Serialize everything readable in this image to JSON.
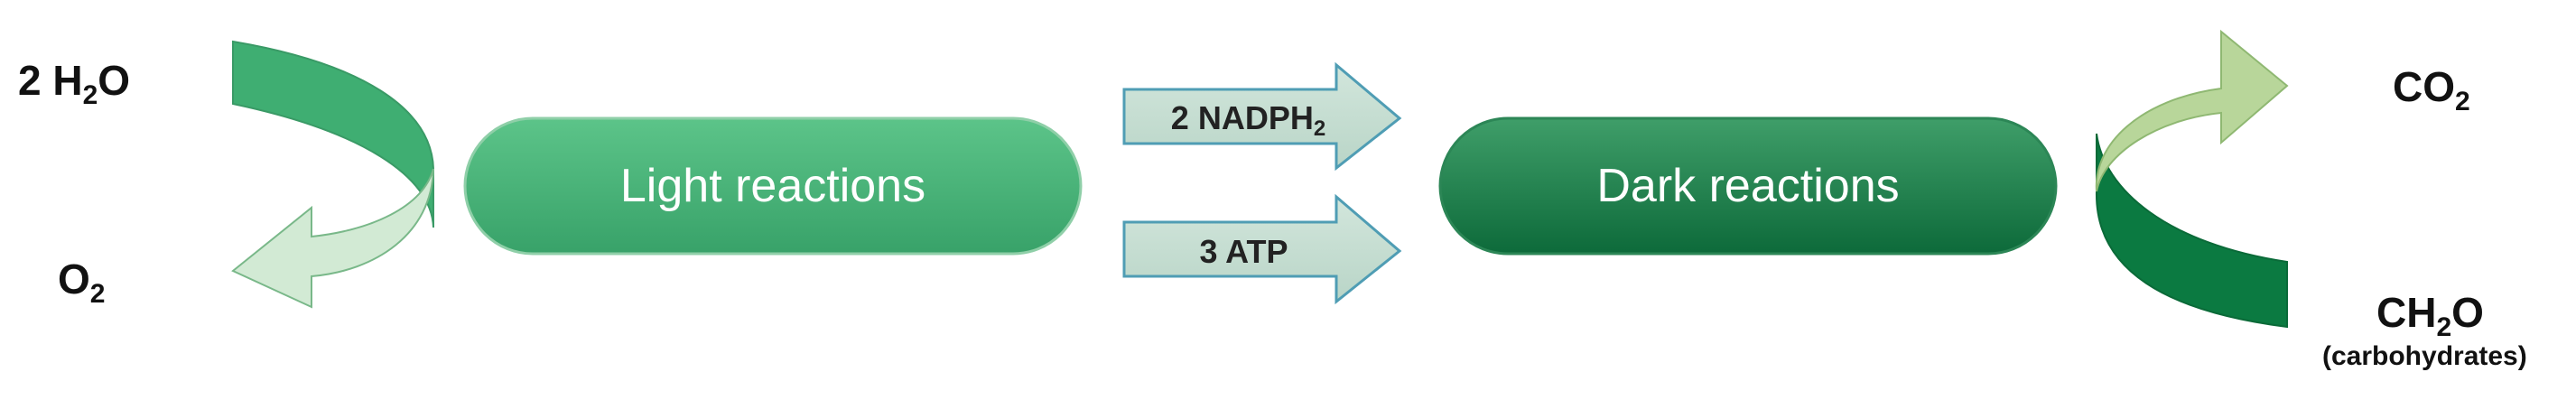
{
  "colors": {
    "light_pill_top": "#5cc489",
    "light_pill_bottom": "#3aa56c",
    "dark_pill_top": "#3f9e69",
    "dark_pill_bottom": "#0f6b3c",
    "arrow_fill": "#c4dcd0",
    "arrow_stroke": "#4f9db4",
    "curve_dark": "#3aa56c",
    "curve_light": "#cde6cf",
    "curve_olive": "#b5d496",
    "curve_deep": "#0b7a41"
  },
  "inputs": {
    "water": {
      "prefix": "2 H",
      "sub": "2",
      "suffix": "O"
    },
    "oxygen": {
      "prefix": "O",
      "sub": "2",
      "suffix": ""
    }
  },
  "outputs": {
    "co2": {
      "prefix": "CO",
      "sub": "2",
      "suffix": ""
    },
    "ch2o": {
      "prefix": "CH",
      "sub": "2",
      "suffix": "O"
    },
    "ch2o_note": "(carbohydrates)"
  },
  "stages": {
    "light": "Light reactions",
    "dark": "Dark reactions"
  },
  "carriers": {
    "nadph": {
      "prefix": "2 NADPH",
      "sub": "2"
    },
    "atp": "3 ATP"
  },
  "icons": [
    "curved-arrow-left",
    "curved-arrow-right",
    "block-arrow-right"
  ]
}
